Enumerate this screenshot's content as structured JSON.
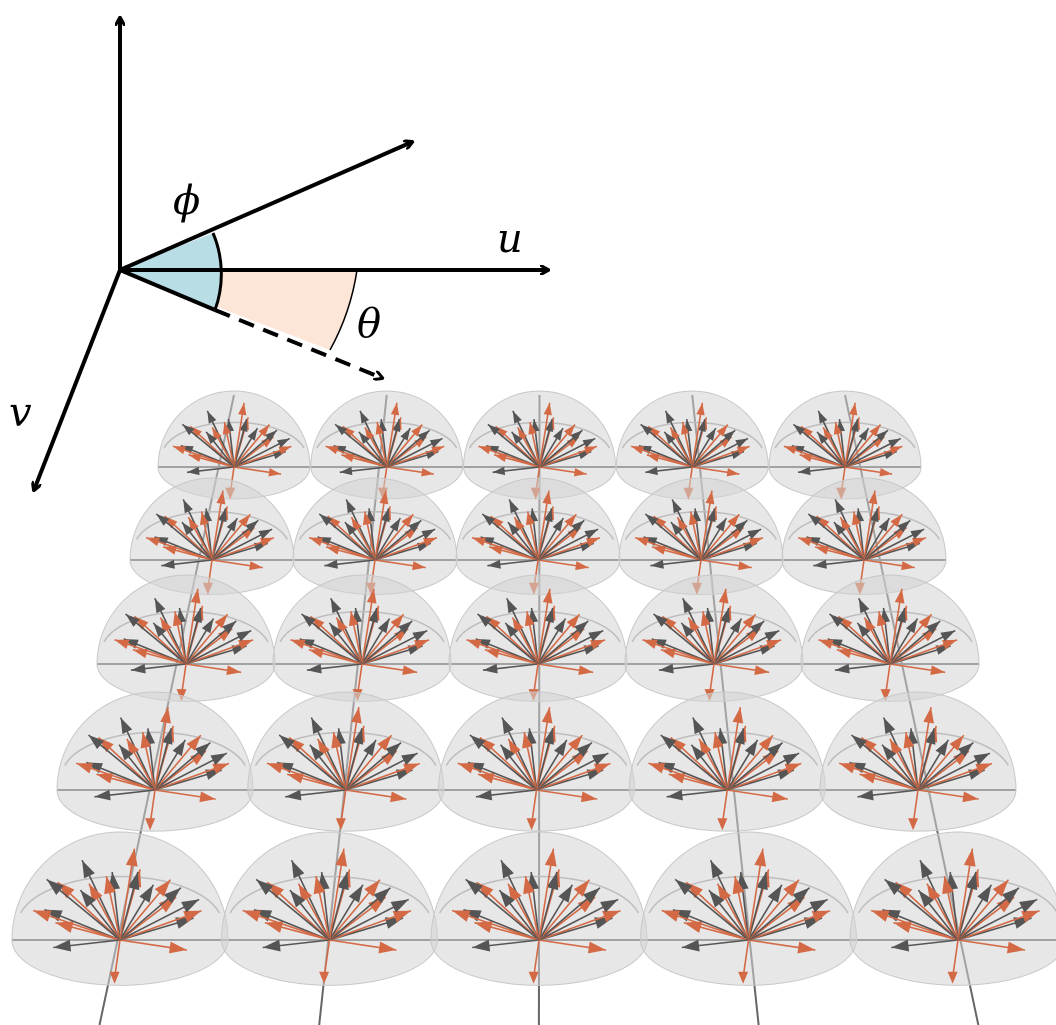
{
  "labels": {
    "u": "u",
    "v": "v",
    "phi": "ϕ",
    "theta": "θ"
  },
  "grid": {
    "rows": 5,
    "cols": 5
  },
  "arrows_per_hemisphere": 22,
  "colors": {
    "axis": "#000000",
    "phi_wedge": "#b8dde5",
    "theta_wedge": "#fde5d7",
    "hemisphere": "#d4d4d4",
    "arrow_orange": "#d46a45",
    "arrow_gray": "#555555"
  }
}
